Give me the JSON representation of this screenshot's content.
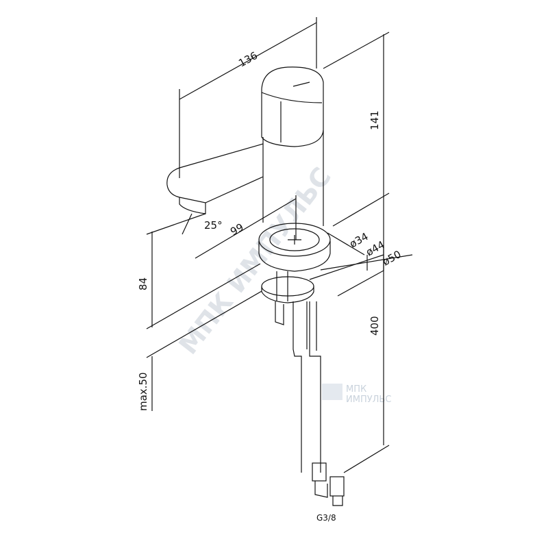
{
  "drawing": {
    "dims": {
      "width_total": "136",
      "height_total": "141",
      "spout_reach": "99",
      "spout_angle": "25°",
      "spout_height": "84",
      "max_thickness": "max.50",
      "hose_length": "400",
      "d34": "ø34",
      "d44": "ø44",
      "d50": "ø50",
      "thread": "G3/8"
    },
    "watermark": {
      "main": "МПК ИМПУЛЬС",
      "logo_line1": "МПК",
      "logo_line2": "ИМПУЛЬС"
    },
    "colors": {
      "line": "#111111",
      "watermark": "#dfe3e8"
    }
  }
}
